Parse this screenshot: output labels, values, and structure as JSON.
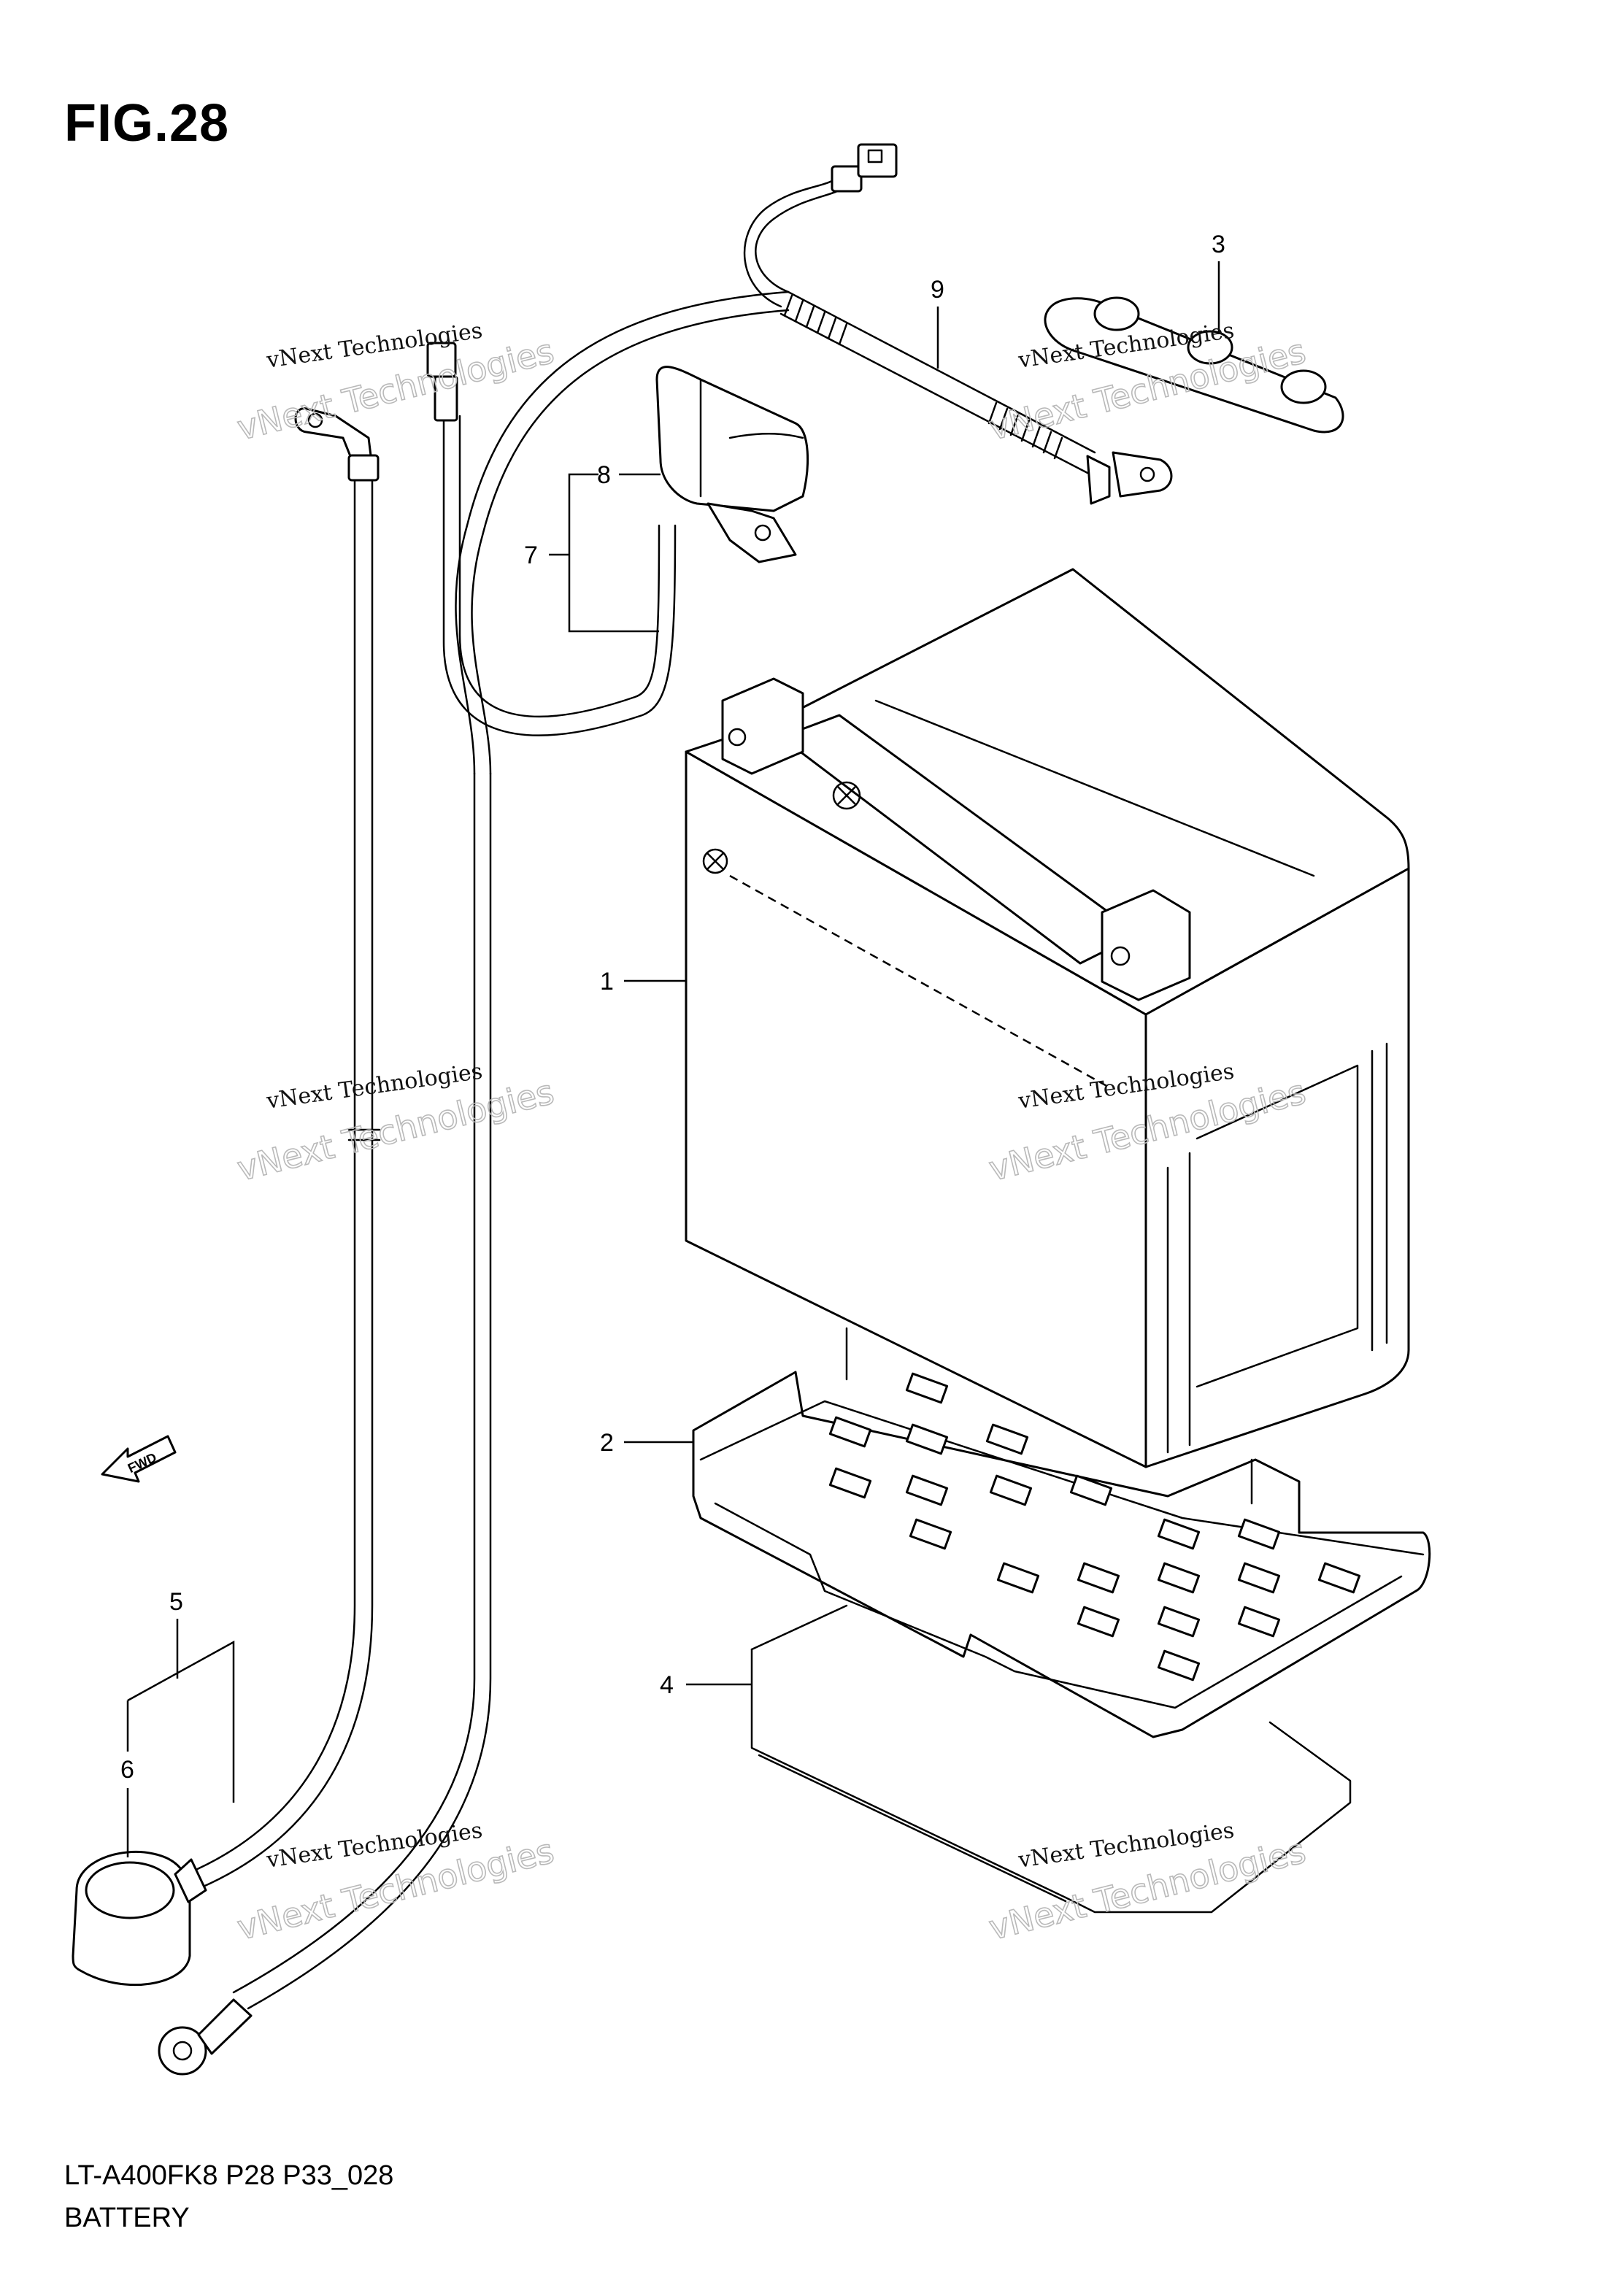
{
  "figure": {
    "title": "FIG.28",
    "model_code": "LT-A400FK8 P28 P33_028",
    "section_name": "BATTERY"
  },
  "watermark": {
    "line1": "vNext Technologies",
    "line2": "vNext Technologies"
  },
  "fwd_arrow": {
    "label": "FWD",
    "icon": "fwd-arrow-icon"
  },
  "callouts": [
    {
      "id": "1",
      "label": "1",
      "part": "battery"
    },
    {
      "id": "2",
      "label": "2",
      "part": "battery-tray"
    },
    {
      "id": "3",
      "label": "3",
      "part": "battery-band"
    },
    {
      "id": "4",
      "label": "4",
      "part": "battery-pad"
    },
    {
      "id": "5",
      "label": "5",
      "part": "negative-cable"
    },
    {
      "id": "6",
      "label": "6",
      "part": "terminal-cover"
    },
    {
      "id": "7",
      "label": "7",
      "part": "positive-cable"
    },
    {
      "id": "8",
      "label": "8",
      "part": "positive-terminal-cover"
    },
    {
      "id": "9",
      "label": "9",
      "part": "fuse-harness"
    }
  ]
}
